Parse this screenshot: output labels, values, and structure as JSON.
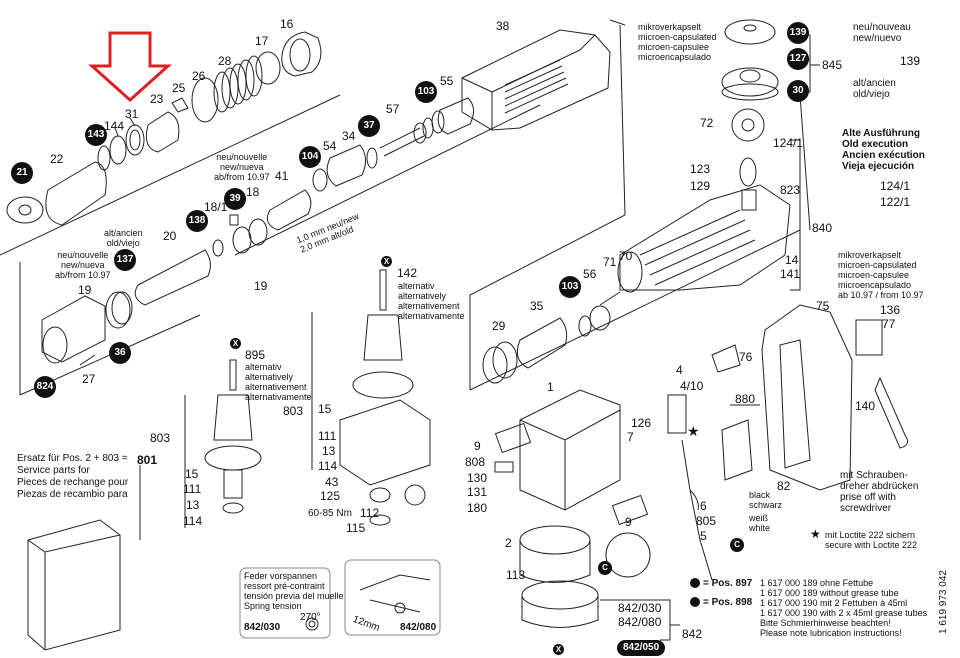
{
  "diagram": {
    "title": "Exploded parts diagram — rotary hammer",
    "highlight_color": "#e02020",
    "badge_color": "#111111",
    "highlight_arrow_target": "31"
  },
  "part_labels": {
    "p16": "16",
    "p17": "17",
    "p28": "28",
    "p26": "26",
    "p25": "25",
    "p23": "23",
    "p31": "31",
    "p144": "144",
    "p22": "22",
    "p38": "38",
    "p55": "55",
    "p57": "57",
    "p34": "34",
    "p54": "54",
    "p41": "41",
    "p18": "18",
    "p18_1": "18/1",
    "p20": "20",
    "p19a": "19",
    "p19b": "19",
    "p27": "27",
    "p142": "142",
    "p895": "895",
    "p803a": "803",
    "p803b": "803",
    "p15a": "15",
    "p15b": "15",
    "p111a": "111",
    "p111b": "111",
    "p13a": "13",
    "p13b": "13",
    "p114a": "114",
    "p114b": "114",
    "p43": "43",
    "p125": "125",
    "p112": "112",
    "p115": "115",
    "p801": "801",
    "p72": "72",
    "p124_1a": "124/1",
    "p124_1b": "124/1",
    "p122_1": "122/1",
    "p123": "123",
    "p129": "129",
    "p823": "823",
    "p840": "840",
    "p14": "14",
    "p141": "141",
    "p845": "845",
    "p139b": "139",
    "p136": "136",
    "p75": "75",
    "p77": "77",
    "p76": "76",
    "p880": "880",
    "p140": "140",
    "p82": "82",
    "p71": "71",
    "p70": "70",
    "p56": "56",
    "p35": "35",
    "p29": "29",
    "p1": "1",
    "p4": "4",
    "p4_10": "4/10",
    "p126": "126",
    "p7": "7",
    "p9a": "9",
    "p9b": "9",
    "p808": "808",
    "p130": "130",
    "p131": "131",
    "p180": "180",
    "p2": "2",
    "p6": "6",
    "p805": "805",
    "p5": "5",
    "p113": "113",
    "p842": "842",
    "p842_030": "842/030",
    "p842_080": "842/080",
    "p842_030b": "842/030",
    "p842_080b": "842/080"
  },
  "badges": {
    "b21": "21",
    "b143": "143",
    "b104": "104",
    "b37": "37",
    "b103a": "103",
    "b39": "39",
    "b138": "138",
    "b137": "137",
    "b36": "36",
    "b824": "824",
    "b139": "139",
    "b127": "127",
    "b30": "30",
    "b103b": "103",
    "b842_050": "842/050",
    "bc1": "C",
    "bc2": "C",
    "bx1": "X",
    "bx2": "X",
    "bx3": "X"
  },
  "notes": {
    "new_1097_a": [
      "neu/nouvelle",
      "new/nueva",
      "ab/from 10.97"
    ],
    "new_1097_b": [
      "neu/nouvelle",
      "new/nueva",
      "ab/from 10.97"
    ],
    "old_a": [
      "alt/ancien",
      "old/viejo"
    ],
    "mm_new": "1,0 mm neu/new",
    "mm_old": "2,0 mm alt/old",
    "alternativ_142": [
      "alternativ",
      "alternatively",
      "alternativement",
      "alternativamente"
    ],
    "alternativ_895": [
      "alternativ",
      "alternatively",
      "alternativement",
      "alternativamente"
    ],
    "torque": "60-85 Nm",
    "microencap_top": [
      "mikroverkapselt",
      "microen-capsulated",
      "microen-capsulee",
      "microencapsulado"
    ],
    "microencap_136": [
      "mikroverkapselt",
      "microen-capsulated",
      "microen-capsulee",
      "microencapsulado",
      "ab 10.97 / from 10.97"
    ],
    "new_nouveau": [
      "neu/nouveau",
      "new/nuevo"
    ],
    "old_ancien": [
      "alt/ancien",
      "old/viejo"
    ],
    "old_execution": [
      "Alte Ausführung",
      "Old execution",
      "Ancien exécution",
      "Vieja ejecución"
    ],
    "service_parts": [
      "Ersatz für Pos. 2 + 803  =",
      "Service parts for",
      "Pieces de rechange pour",
      "Piezas de recambio para"
    ],
    "spring_tension": [
      "Feder vorspannen",
      "ressort pré-contraint",
      "tensión previa del muelle",
      "Spring tension"
    ],
    "angle": "270°",
    "mm12": "12mm",
    "wire_black": [
      "black",
      "schwarz"
    ],
    "wire_white": [
      "weiß",
      "white"
    ],
    "screwdriver": [
      "mit Schrauben-",
      "dreher abdrücken",
      "prise off with",
      "screwdriver"
    ],
    "loctite": [
      "mit Loctite 222 sichern",
      "secure with Loctite 222"
    ],
    "legend_pos897": "= Pos. 897",
    "legend_pos898": "= Pos. 898",
    "legend_lines": [
      "1 617 000 189 ohne Fettube",
      "1 617 000 189 without grease tube",
      "1 617 000 190 mit 2 Fettuben à 45ml",
      "1 617 000 190 with 2 x 45ml grease tubes",
      "Bitte Schmierhinweise beachten!",
      "Please note lubrication instructions!"
    ],
    "doc_number": "1 619 973 042"
  }
}
